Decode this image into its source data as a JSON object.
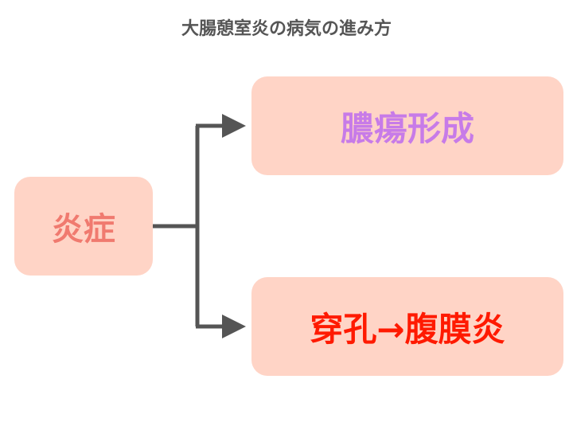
{
  "title": "大腸憩室炎の病気の進み方",
  "nodes": {
    "source": {
      "label": "炎症",
      "color": "#f07a6f"
    },
    "upper": {
      "label": "膿瘍形成",
      "color": "#c77be8"
    },
    "lower": {
      "label": "穿孔→腹膜炎",
      "color": "#ff1a00"
    }
  },
  "colors": {
    "box_fill": "#ffd4c6",
    "connector": "#555555",
    "title": "#555555"
  }
}
